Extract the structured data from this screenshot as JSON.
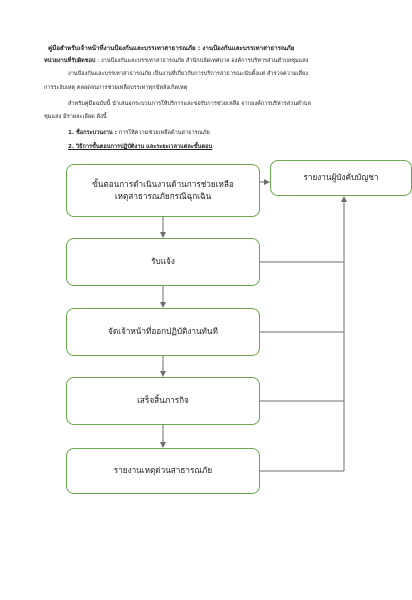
{
  "header": {
    "title": "คู่มือสำหรับเจ้าหน้าที่งานป้องกันและบรรเทาสาธารณภัย : งานป้องกันและบรรเทาสาธารณภัย"
  },
  "intro": {
    "unit_label": "หน่วยงานที่รับผิดชอบ",
    "unit_text": " : งานป้องกันและบรรเทาสาธารณภัย สำนักปลัดเทศบาล องค์การบริหารส่วนตำบลชุมแสง",
    "line2": "งานป้องกันและบรรเทาสาธารณภัย เป็นงานที่เกี่ยวกับการบริการสาธารณะนับตั้งแต่ สำรวจความเสี่ยง",
    "line3": "การระงับเหตุ ตลอดจนการช่วยเหลือบรรเทาทุกข์หลังเกิดเหตุ",
    "line4": "สำหรับคู่มือฉบับนี้ นำเสนอกระบวนการให้บริการและขอรับการช่วยเหลือ จากองค์การบริหารส่วนตำบล",
    "line5": "ชุมแสง มีรายละเอียด ดังนี้"
  },
  "list": {
    "item1_label": "1. ชื่อกระบวนงาน :",
    "item1_text": " การให้ความช่วยเหลือด้านสาธารณภัย",
    "item2": "2. วิธีการขั้นตอนการปฏิบัติงาน และระยะเวลาแต่ละขั้นตอน"
  },
  "flow": {
    "step1_line1": "ขั้นตอนการดำเนินงานด้านการช่วยเหลือ",
    "step1_line2": "เหตุสาธารณภัยกรณีฉุกเฉิน",
    "step2": "รับแจ้ง",
    "step3": "จัดเจ้าหน้าที่ออกปฏิบัติงานทันที",
    "step4": "เสร็จสิ้นภารกิจ",
    "step5": "รายงานเหตุด่วนสาธารณภัย",
    "report": "รายงานผู้บังคับบัญชา"
  },
  "colors": {
    "box_border": "#6aa84f",
    "connector": "#6e6e6e"
  }
}
